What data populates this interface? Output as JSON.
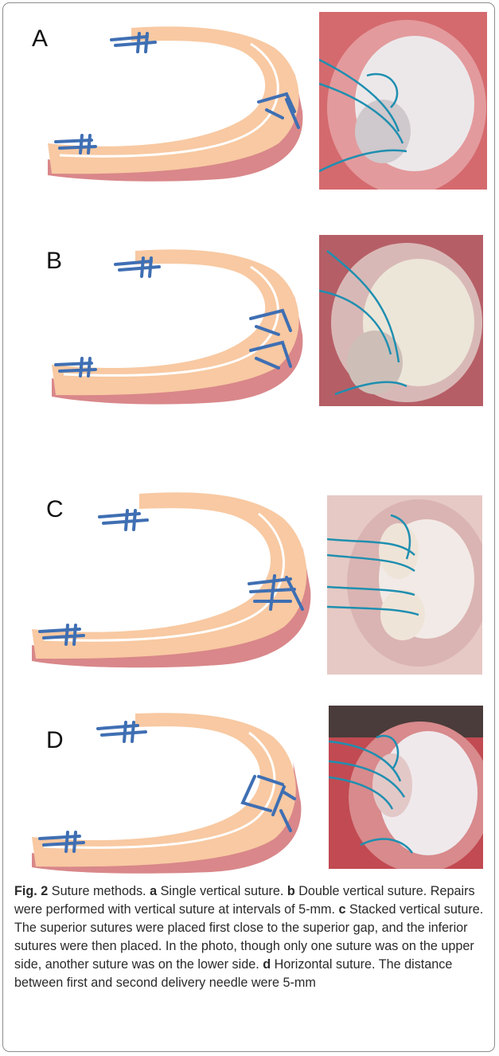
{
  "figure": {
    "panels": [
      {
        "letter": "A",
        "suture_type": "single vertical"
      },
      {
        "letter": "B",
        "suture_type": "double vertical"
      },
      {
        "letter": "C",
        "suture_type": "stacked vertical"
      },
      {
        "letter": "D",
        "suture_type": "horizontal"
      }
    ],
    "colors": {
      "meniscus_light": "#f8c9a2",
      "meniscus_dark": "#d9878a",
      "suture": "#3f6fb3",
      "photo_suture": "#1f8fb0",
      "caption_label": "#1f6f9a"
    }
  },
  "caption": {
    "label": "Fig. 2",
    "title": "Suture methods.",
    "a_letter": "a",
    "a_text": "Single vertical suture.",
    "b_letter": "b",
    "b_text": "Double vertical suture. Repairs were performed with vertical suture at intervals of 5-mm.",
    "c_letter": "c",
    "c_text": "Stacked vertical suture. The superior sutures were placed first close to the superior gap, and the inferior sutures were then placed. In the photo, though only one suture was on the upper side, another suture was on the lower side.",
    "d_letter": "d",
    "d_text": "Horizontal suture. The distance between first and second delivery needle were 5-mm"
  }
}
